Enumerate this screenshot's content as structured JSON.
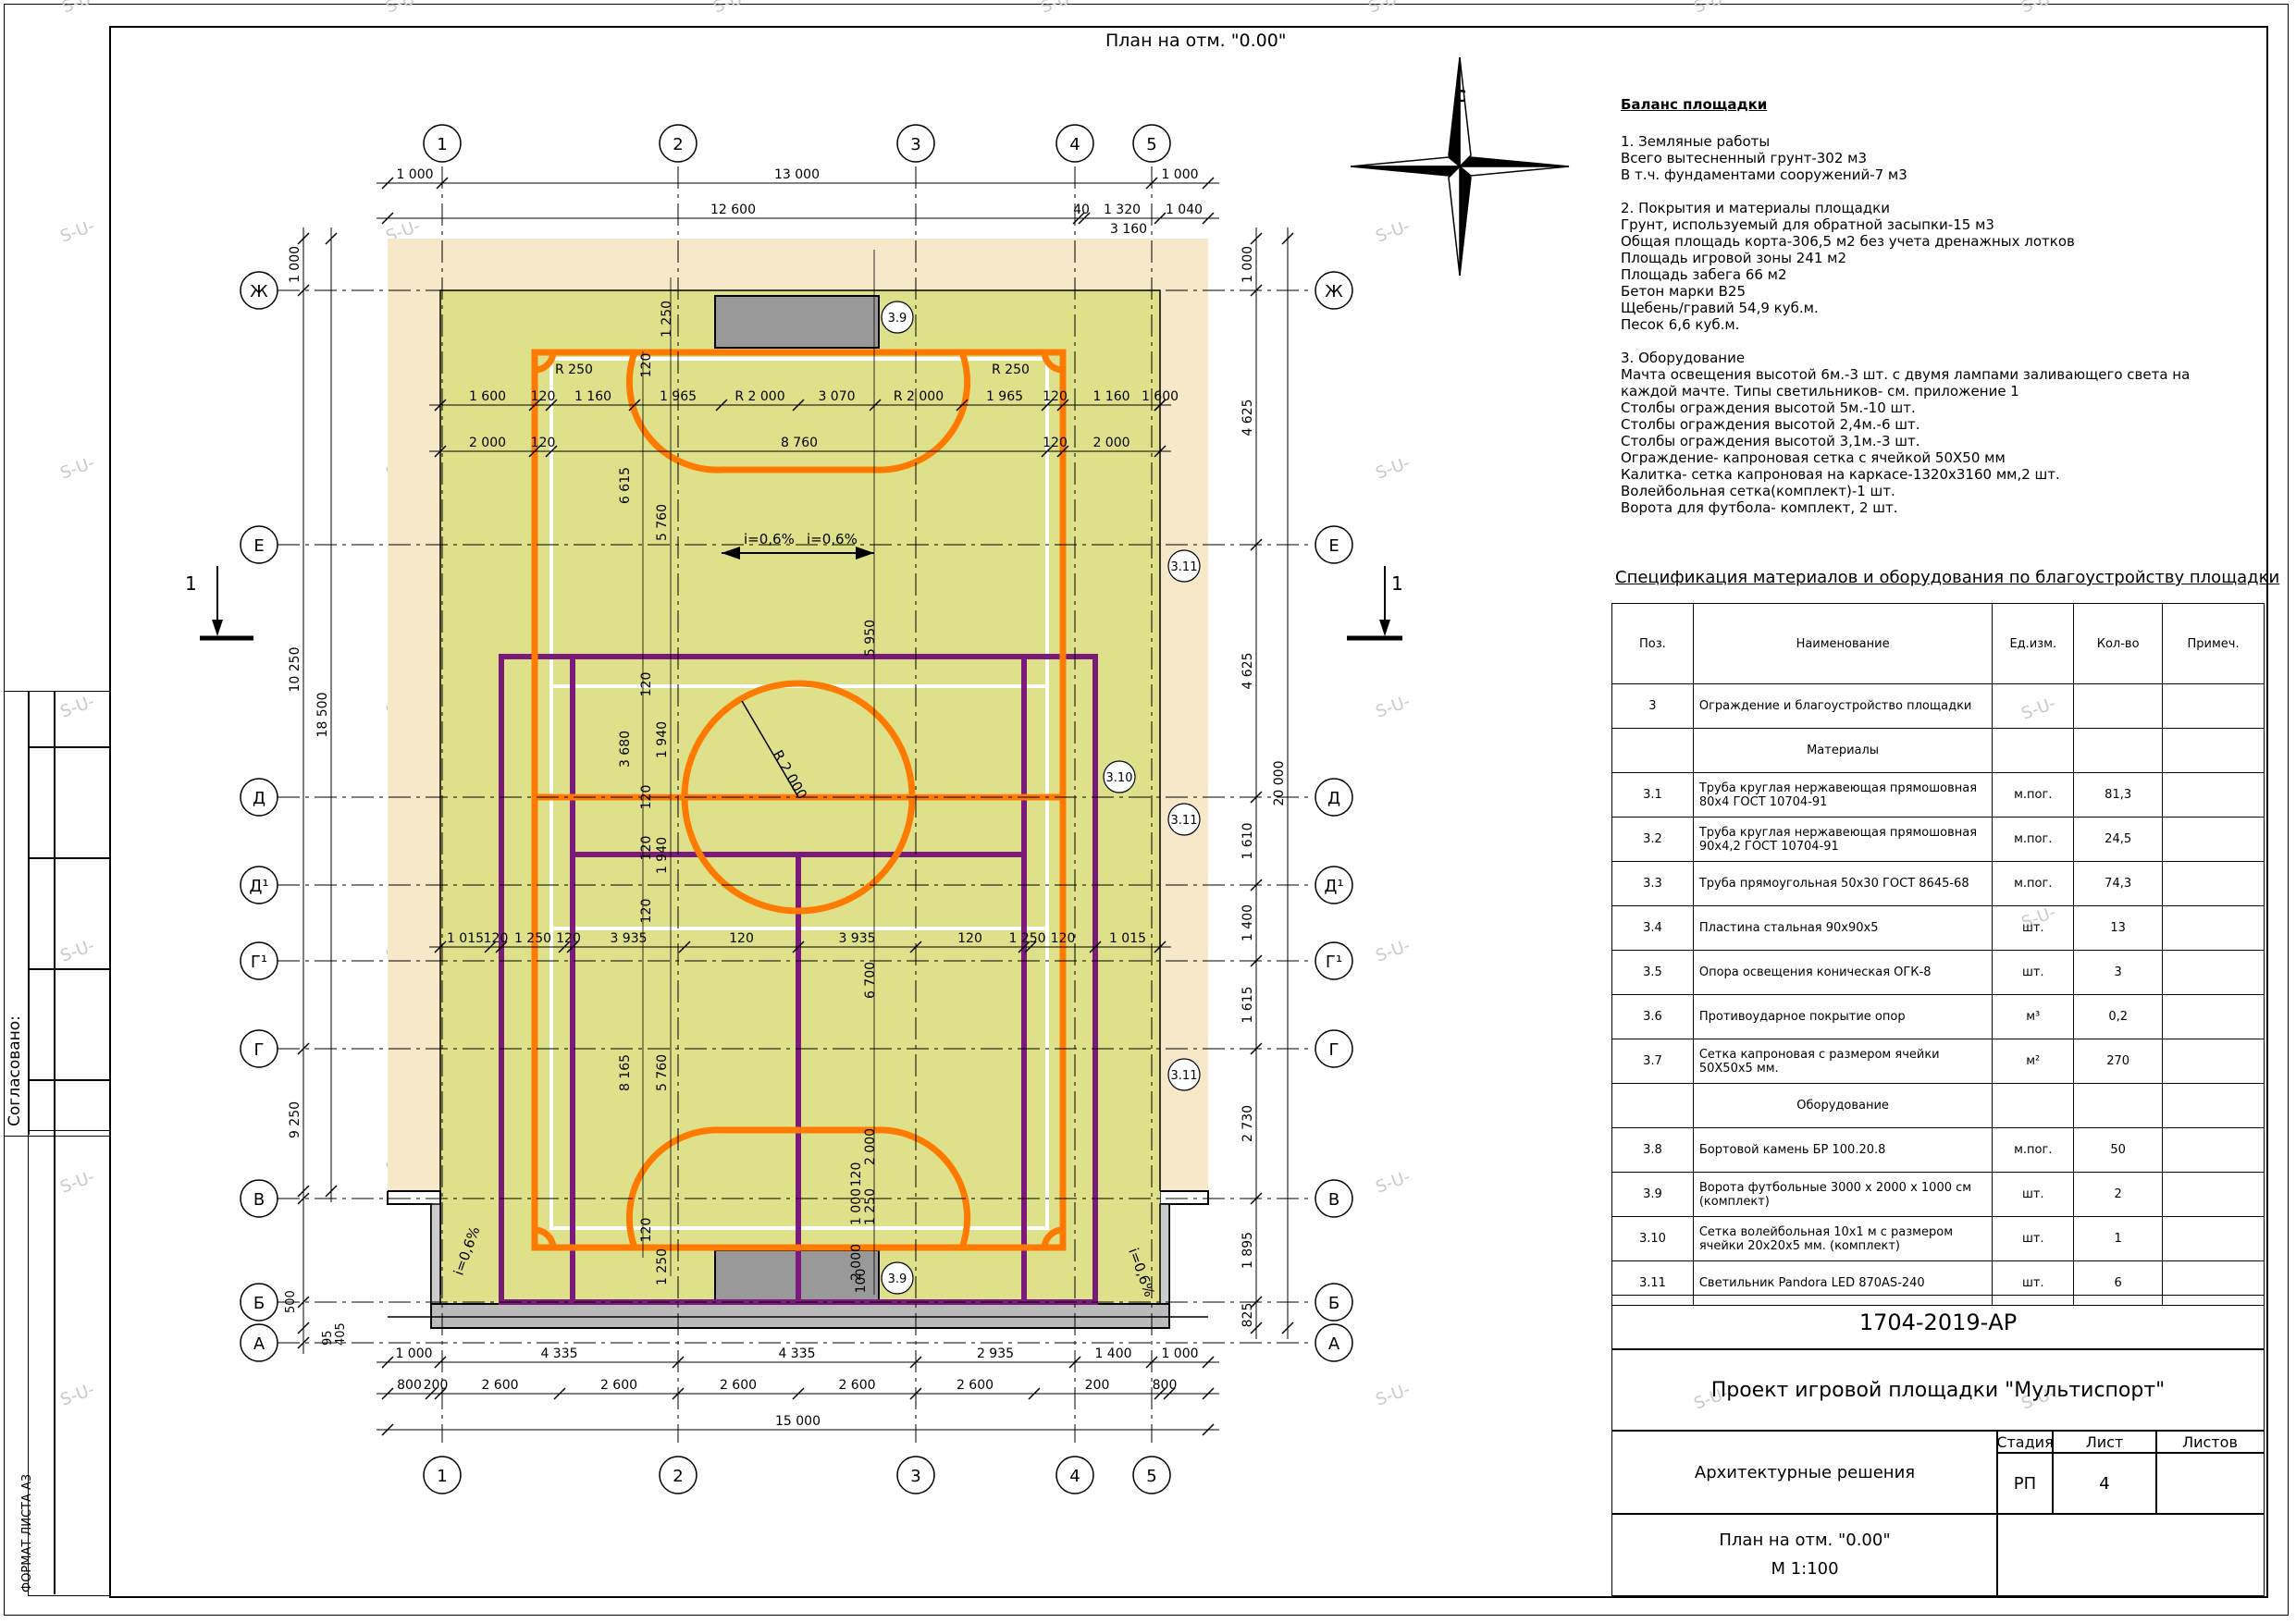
{
  "plan_title": "План на отм. \"0.00\"",
  "axes_columns": [
    "1",
    "2",
    "3",
    "4",
    "5"
  ],
  "axes_rows": [
    "Ж",
    "Е",
    "Д",
    "Д¹",
    "Г¹",
    "Г",
    "В",
    "Б",
    "А"
  ],
  "compass_label": "С",
  "section_label": "1",
  "dims_top_row1": [
    "1 000",
    "13 000",
    "1 000"
  ],
  "dims_top_row2": [
    "12 600",
    "40",
    "1 320",
    "1 040"
  ],
  "dim_3160": "3 160",
  "dims_court_row1": [
    "1 600",
    "120",
    "1 160",
    "1 965",
    "R 2 000",
    "3 070",
    "R 2 000",
    "1 965",
    "120",
    "1 160",
    "1 600"
  ],
  "dims_court_row2": [
    "2 000",
    "120",
    "8 760",
    "120",
    "2 000"
  ],
  "radius_250": "R 250",
  "center_radius": "R 2 000",
  "slopes": [
    "i=0,6%",
    "i=0,6%"
  ],
  "slope_corners": [
    "i=0,6%",
    "i=0,6%"
  ],
  "dims_middle": [
    "1 015",
    "120",
    "1 250",
    "120",
    "3 935",
    "120",
    "3 935",
    "120",
    "1 250",
    "120",
    "1 015"
  ],
  "dims_bottom_row1": [
    "1 000",
    "4 335",
    "4 335",
    "2 935",
    "1 400",
    "1 000"
  ],
  "dims_bottom_row2": [
    "800",
    "200",
    "2 600",
    "2 600",
    "2 600",
    "2 600",
    "2 600",
    "200",
    "800"
  ],
  "dim_total_width": "15 000",
  "dims_left_outer": [
    "18 500"
  ],
  "dims_left_inner": [
    "1 000",
    "10 250",
    "9 250",
    "500",
    "95",
    "405"
  ],
  "dims_right": [
    "1 000",
    "4 625",
    "4 625",
    "1 610",
    "1 400",
    "1 615",
    "2 730",
    "1 895",
    "825"
  ],
  "dim_total_height": "20 000",
  "dims_vertical_inner": [
    "1 250",
    "120",
    "6 615",
    "5 760",
    "5 950",
    "3 680",
    "1 940",
    "120",
    "120",
    "1 940",
    "120",
    "120",
    "6 700",
    "8 165",
    "5 760",
    "120",
    "1 250",
    "1 250",
    "120",
    "2 000",
    "1 000",
    "2 000",
    "100"
  ],
  "markers": [
    "3.9",
    "3.9",
    "3.10",
    "3.11",
    "3.11",
    "3.11"
  ],
  "balance": {
    "title": "Баланс площадки",
    "s1": [
      "1. Земляные работы",
      "Всего вытесненный грунт-302 м3",
      "В т.ч. фундаментами сооружений-7 м3"
    ],
    "s2": [
      "2. Покрытия и материалы площадки",
      "Грунт, используемый для обратной засыпки-15 м3",
      "Общая площадь корта-306,5 м2 без учета дренажных лотков",
      "Площадь игровой зоны 241 м2",
      "Площадь забега 66 м2",
      "Бетон марки В25",
      "Щебень/гравий 54,9 куб.м.",
      "Песок 6,6 куб.м."
    ],
    "s3": [
      "3. Оборудование",
      "Мачта освещения высотой 6м.-3 шт. с двумя лампами заливающего света на",
      "каждой мачте. Типы светильников- см. приложение 1",
      "Столбы ограждения высотой 5м.-10 шт.",
      "Столбы ограждения высотой 2,4м.-6 шт.",
      "Столбы ограждения высотой 3,1м.-3 шт.",
      "Ограждение- капроновая сетка с ячейкой 50Х50 мм",
      "Калитка- сетка капроновая на каркасе-1320х3160 мм,2 шт.",
      "Волейбольная сетка(комплект)-1 шт.",
      "Ворота для футбола- комплект, 2 шт."
    ]
  },
  "spec": {
    "title": "Спецификация материалов и оборудования по благоустройству площадки",
    "headers": [
      "Поз.",
      "Наименование",
      "Ед.изм.",
      "Кол-во",
      "Примеч."
    ],
    "rows": [
      {
        "pos": "3",
        "name": "Ограждение и благоустройство площадки",
        "unit": "",
        "qty": ""
      },
      {
        "group": "Материалы"
      },
      {
        "pos": "3.1",
        "name": "Труба круглая нержавеющая прямошовная 80х4 ГОСТ 10704-91",
        "unit": "м.пог.",
        "qty": "81,3"
      },
      {
        "pos": "3.2",
        "name": "Труба круглая нержавеющая прямошовная 90х4,2 ГОСТ 10704-91",
        "unit": "м.пог.",
        "qty": "24,5"
      },
      {
        "pos": "3.3",
        "name": "Труба прямоугольная 50х30 ГОСТ 8645-68",
        "unit": "м.пог.",
        "qty": "74,3"
      },
      {
        "pos": "3.4",
        "name": "Пластина стальная 90х90х5",
        "unit": "шт.",
        "qty": "13"
      },
      {
        "pos": "3.5",
        "name": "Опора освещения коническая ОГК-8",
        "unit": "шт.",
        "qty": "3"
      },
      {
        "pos": "3.6",
        "name": "Противоударное покрытие опор",
        "unit": "м³",
        "qty": "0,2"
      },
      {
        "pos": "3.7",
        "name": "Сетка капроновая с размером ячейки 50Х50х5 мм.",
        "unit": "м²",
        "qty": "270"
      },
      {
        "group": "Оборудование"
      },
      {
        "pos": "3.8",
        "name": "Бортовой камень БР 100.20.8",
        "unit": "м.пог.",
        "qty": "50"
      },
      {
        "pos": "3.9",
        "name": "Ворота футбольные 3000 х 2000 х 1000 см (комплект)",
        "unit": "шт.",
        "qty": "2"
      },
      {
        "pos": "3.10",
        "name": "Сетка волейбольная 10х1 м с размером ячейки 20х20х5 мм. (комплект)",
        "unit": "шт.",
        "qty": "1"
      },
      {
        "pos": "3.11",
        "name": "Светильник Pandora LED 870AS-240",
        "unit": "шт.",
        "qty": "6"
      }
    ]
  },
  "title_block": {
    "code": "1704-2019-АР",
    "project": "Проект игровой площадки \"Мультиспорт\"",
    "section": "Архитектурные решения",
    "stage_h": "Стадия",
    "sheet_h": "Лист",
    "sheets_h": "Листов",
    "stage": "РП",
    "sheet": "4",
    "sheets": "",
    "drawing": "План на отм. \"0.00\"",
    "scale": "М 1:100"
  },
  "side": {
    "agreed": "Согласовано:",
    "format": "ФОРМАТ ЛИСТА А3"
  },
  "watermark": "S-U-",
  "colors": {
    "sand": "#f6e8c8",
    "court": "#dfe08a",
    "orange": "#ff7a00",
    "purple": "#7a1a7a",
    "white": "#ffffff",
    "grid": "#000000"
  }
}
